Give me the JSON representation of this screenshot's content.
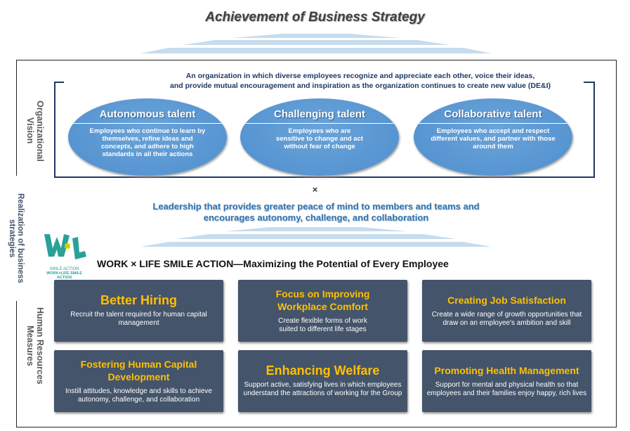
{
  "title": "Achievement of Business Strategy",
  "side_label": "Realization of business strategies",
  "vision": {
    "label": "Organizational Vision",
    "statement_line1": "An organization in which diverse employees recognize and appreciate each other, voice their ideas,",
    "statement_line2": "and provide mutual encouragement and inspiration as the organization continues to create new value (DE&I)",
    "talents": [
      {
        "title": "Autonomous talent",
        "desc": "Employees who continue to learn by themselves, refine ideas and concepts, and adhere to high standards in all their actions"
      },
      {
        "title": "Challenging talent",
        "desc": "Employees who are sensitive to change and act without fear of change"
      },
      {
        "title": "Collaborative talent",
        "desc": "Employees who accept and respect different values, and partner with those around them"
      }
    ]
  },
  "times": "×",
  "leadership_line1": "Leadership that provides greater peace of mind to members and teams and",
  "leadership_line2": "encourages autonomy, challenge, and collaboration",
  "logo": {
    "text1": "SMILE ACTION",
    "text2": "WORK×LIFE SMILE ACTION"
  },
  "measures": {
    "label": "Human Resources Measures",
    "heading": "WORK × LIFE SMILE ACTION—Maximizing the Potential of Every Employee",
    "items": [
      {
        "title": "Better Hiring",
        "desc": "Recruit the talent required for human capital management"
      },
      {
        "title": "Focus on Improving Workplace Comfort",
        "desc": "Create flexible forms of work suited to different life stages"
      },
      {
        "title": "Creating Job Satisfaction",
        "desc": "Create a wide range of growth opportunities that draw on an employee's ambition and skill"
      },
      {
        "title": "Fostering Human Capital Development",
        "desc": "Instill attitudes, knowledge and skills to achieve autonomy, challenge, and collaboration"
      },
      {
        "title": "Enhancing Welfare",
        "desc": "Support active, satisfying lives in which employees understand the attractions of working for the Group"
      },
      {
        "title": "Promoting Health Management",
        "desc": "Support for mental and physical health so that employees and their families enjoy happy, rich lives"
      }
    ]
  }
}
